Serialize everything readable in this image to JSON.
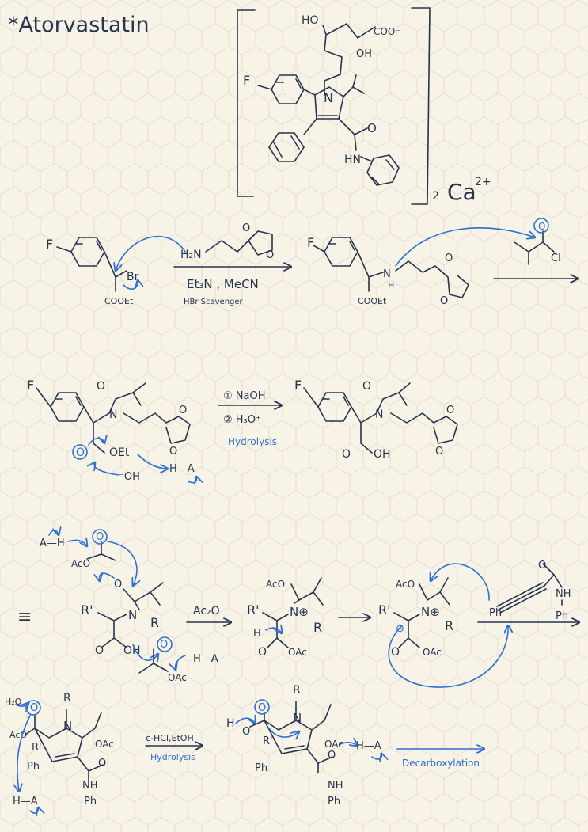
{
  "title": "*Atorvastatin",
  "structure": {
    "ho": "HO",
    "coo": "COO⁻",
    "oh": "OH",
    "f": "F",
    "n": "N",
    "o": "O",
    "hn": "HN",
    "sub2": "2",
    "ca": "Ca",
    "charge": "2+"
  },
  "step1": {
    "f": "F",
    "br": "Br",
    "cooet": "COOEt",
    "h2n": "H₂N",
    "o1": "O",
    "o2": "O",
    "cond": "Et₃N , MeCN",
    "note": "HBr Scavenger",
    "f2": "F",
    "nh": "N",
    "h": "H",
    "cooet2": "COOEt",
    "o3": "O",
    "o4": "O",
    "acyl_o": "O",
    "acyl_cl": "Cl"
  },
  "step2": {
    "f": "F",
    "o_amide": "O",
    "n": "N",
    "o_r1": "O",
    "o_r2": "O",
    "o_carb": "O",
    "oet": "OEt",
    "oh": "⁻OH",
    "ha": "H—A",
    "cond1": "① NaOH",
    "cond2": "② H₃O⁺",
    "note": "Hydrolysis",
    "f2": "F",
    "o_amide2": "O",
    "n2": "N",
    "o_r3": "O",
    "o_r4": "O",
    "o_acid": "O",
    "oh2": "OH"
  },
  "step3": {
    "equiv": "≡",
    "ah": "A—H",
    "aco1": "AcO",
    "o1": "O",
    "o2": "O",
    "r1": "R'",
    "n": "N",
    "r": "R",
    "o3": "O",
    "oh": "OH",
    "o4": "O",
    "oac": "OAc",
    "ha": "H—A",
    "cond": "Ac₂O",
    "aco2": "AcO",
    "r1b": "R'",
    "nplus": "N⊕",
    "rb": "R",
    "h": "H",
    "o5": "O",
    "oac2": "OAc",
    "aco3": "AcO",
    "r1c": "R'",
    "nplus2": "N⊕",
    "rc": "R",
    "minus": "⊖",
    "o6": "O",
    "oac3": "OAc",
    "ph1": "Ph",
    "o7": "O",
    "nh": "NH",
    "ph2": "Ph"
  },
  "step4": {
    "h2o": "H₂O",
    "o1": "O",
    "aco": "AcO",
    "r": "R",
    "n": "N",
    "r1": "R'",
    "oac": "OAc",
    "ph": "Ph",
    "o2": "O",
    "nh": "NH",
    "ph2": "Ph",
    "ha": "H—A",
    "cond": "c-HCl,EtOH",
    "note": "Hydrolysis",
    "h": "H",
    "o3": "O",
    "o4": "O",
    "rb": "R",
    "nb": "N",
    "r1b": "R'",
    "oacb": "OAc",
    "phb": "Ph",
    "o5": "O",
    "nhb": "NH",
    "ph3": "Ph",
    "ha2": "H—A",
    "decarb": "Decarboxylation"
  }
}
